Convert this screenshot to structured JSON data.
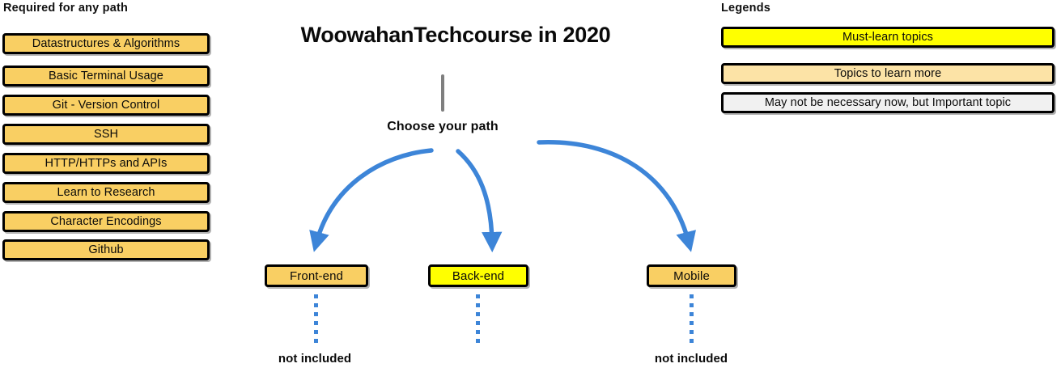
{
  "headings": {
    "required": "Required for any path",
    "legends": "Legends"
  },
  "main_title": "WoowahanTechcourse in 2020",
  "choose_label": "Choose your path",
  "required_items": [
    {
      "label": "Datastructures & Algorithms",
      "fill": "#f9cf63"
    },
    {
      "label": "Basic Terminal Usage",
      "fill": "#f9cf63"
    },
    {
      "label": "Git - Version Control",
      "fill": "#f9cf63"
    },
    {
      "label": "SSH",
      "fill": "#f9cf63"
    },
    {
      "label": "HTTP/HTTPs and APIs",
      "fill": "#f9cf63"
    },
    {
      "label": "Learn to Research",
      "fill": "#f9cf63"
    },
    {
      "label": "Character Encodings",
      "fill": "#f9cf63"
    },
    {
      "label": "Github",
      "fill": "#f9cf63"
    }
  ],
  "legend_items": [
    {
      "label": "Must-learn topics",
      "fill": "#ffff00"
    },
    {
      "label": "Topics to learn more",
      "fill": "#fce3a6"
    },
    {
      "label": "May not be necessary now, but Important topic",
      "fill": "#f1f1f1"
    }
  ],
  "paths": [
    {
      "label": "Front-end",
      "fill": "#f9cf63",
      "note": "not included"
    },
    {
      "label": "Back-end",
      "fill": "#ffff00",
      "note": ""
    },
    {
      "label": "Mobile",
      "fill": "#f9cf63",
      "note": "not included"
    }
  ],
  "colors": {
    "arrow_blue": "#3d85d8",
    "stem_gray": "#7f7f7f",
    "outline": "#000000",
    "background": "#ffffff"
  },
  "icons": {
    "arrow_head": "arrow-down-icon",
    "dotted_connector": "dotted-line-icon"
  }
}
